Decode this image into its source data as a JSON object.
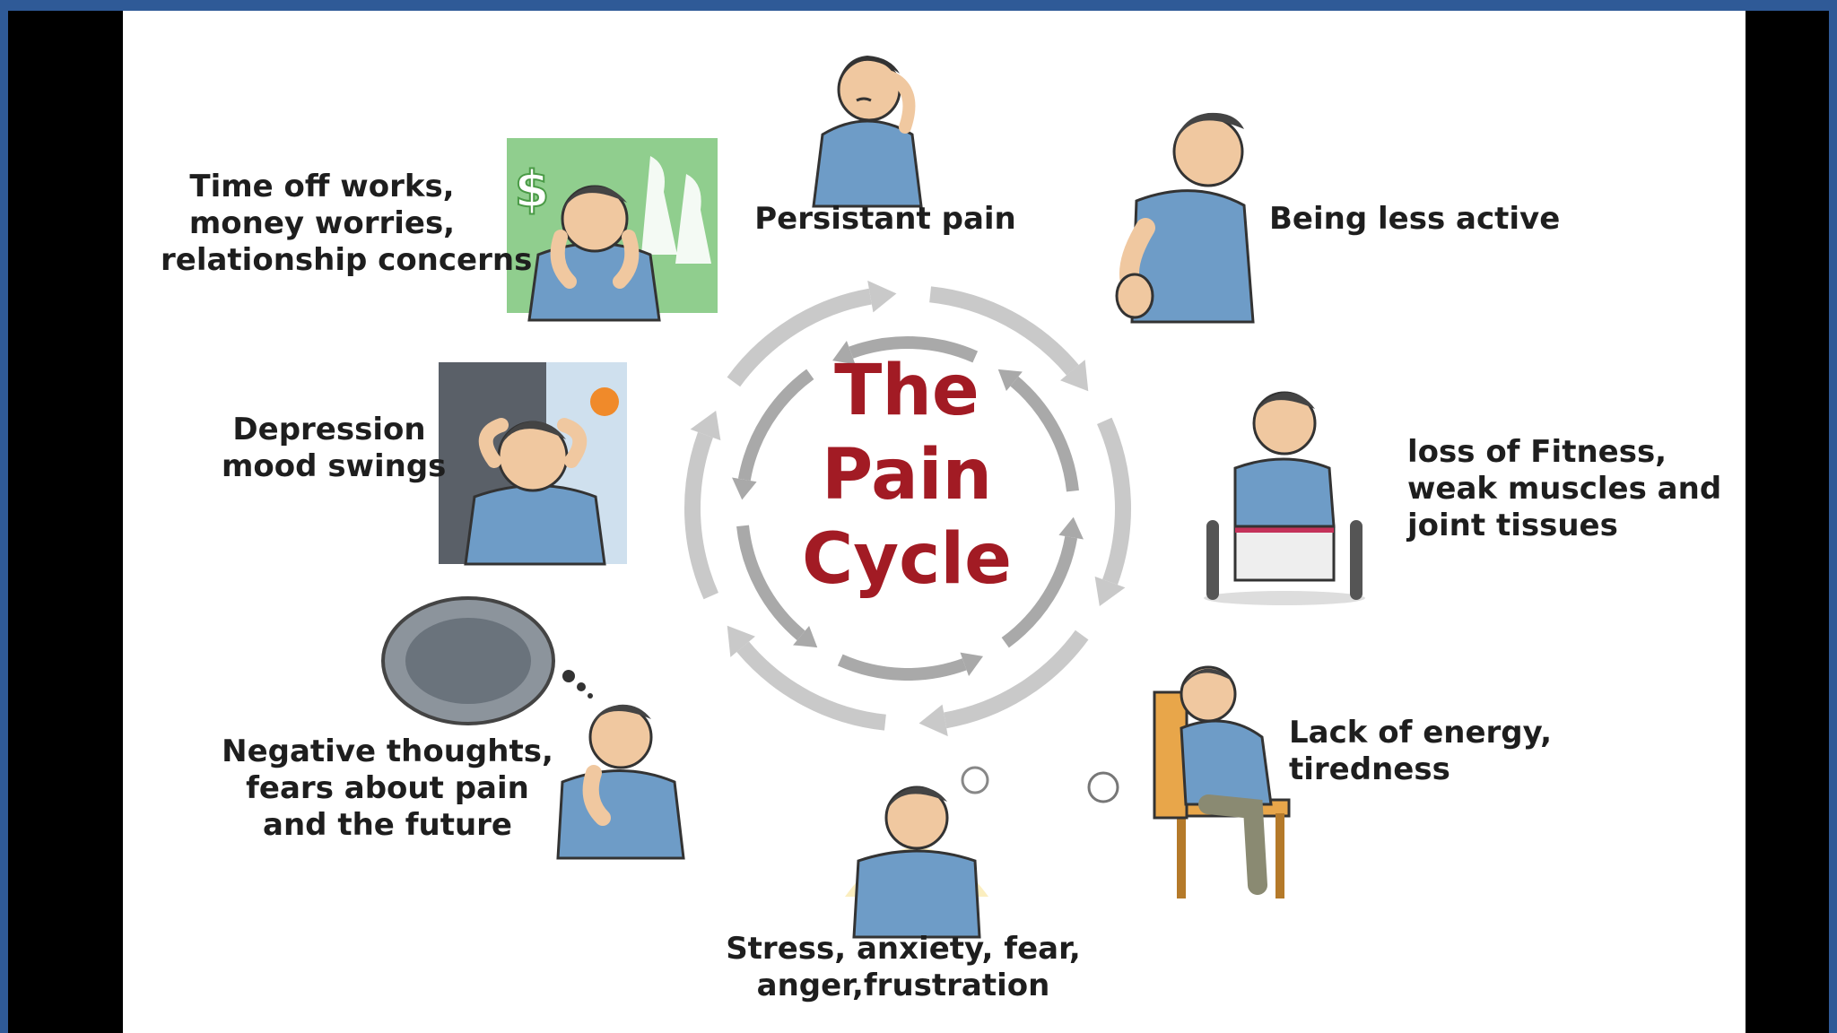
{
  "colors": {
    "frame_border": "#2f5a97",
    "side_bars": "#000000",
    "slide_background": "#ffffff",
    "title_red": "#a21b24",
    "caption_text": "#1e1e1e",
    "arrow_gray": "#b9b9b9",
    "shirt_blue": "#6e9cc7"
  },
  "diagram": {
    "title_lines": [
      "The",
      "Pain",
      "Cycle"
    ],
    "stages": [
      {
        "lines": [
          "Persistant pain"
        ]
      },
      {
        "lines": [
          "Being less active"
        ]
      },
      {
        "lines": [
          "loss of Fitness,",
          "weak muscles and",
          "joint tissues"
        ]
      },
      {
        "lines": [
          "Lack of energy,",
          "tiredness"
        ]
      },
      {
        "lines": [
          "Stress, anxiety, fear,",
          "anger,frustration"
        ]
      },
      {
        "lines": [
          "Negative thoughts,",
          "fears about pain",
          "and the future"
        ]
      },
      {
        "lines": [
          "Depression",
          "mood swings"
        ]
      },
      {
        "lines": [
          "Time off works,",
          "money worries,",
          "relationship concerns"
        ]
      }
    ],
    "icons": [
      "dollar-sign-icon",
      "thought-bubble-icon"
    ]
  }
}
